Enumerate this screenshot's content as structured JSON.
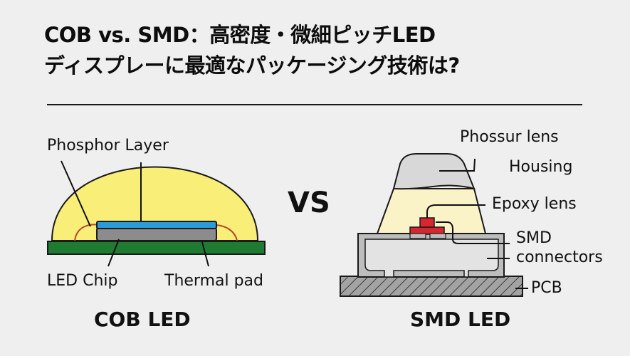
{
  "title": {
    "line1": "COB vs. SMD：高密度・微細ピッチLED",
    "line2": "ディスプレーに最適なパッケージング技術は?"
  },
  "vs_label": "VS",
  "cob": {
    "caption": "COB LED",
    "labels": {
      "phosphor_layer": "Phosphor Layer",
      "led_chip": "LED Chip",
      "thermal_pad": "Thermal pad"
    },
    "colors": {
      "phosphor": "#f8ee78",
      "pcb": "#1f7a32",
      "chip_top": "#2a9ad8",
      "chip_body": "#8c8c8c",
      "wire": "#b5452a"
    }
  },
  "smd": {
    "caption": "SMD LED",
    "labels": {
      "phossur_lens": "Phossur lens",
      "housing": "Housing",
      "epoxy_lens": "Epoxy lens",
      "smd_connectors_line1": "SMD",
      "smd_connectors_line2": "connectors",
      "pcb": "PCB"
    },
    "colors": {
      "lens_top": "#d8d8d8",
      "epoxy": "#fbf3c8",
      "chip": "#d8262e",
      "housing": "#bdbdbd",
      "housing_inner": "#e3e3e3",
      "pcb": "#9a9a9a"
    }
  }
}
